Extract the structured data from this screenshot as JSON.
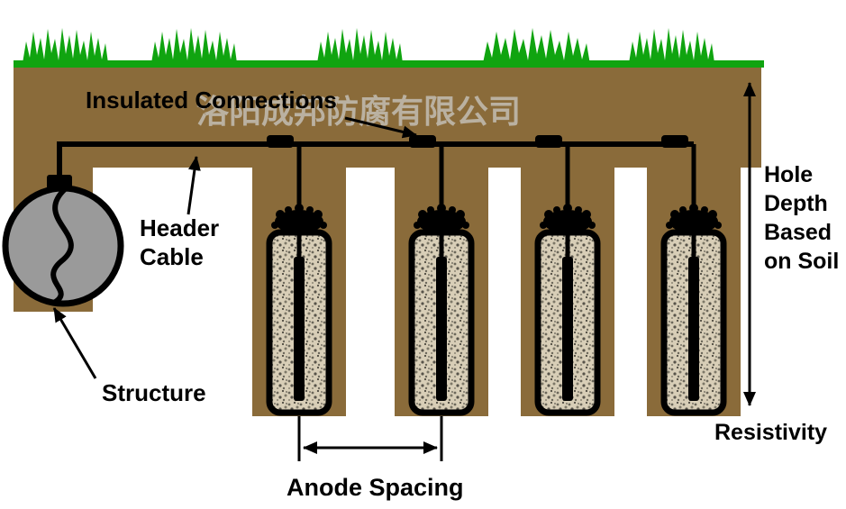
{
  "diagram": {
    "watermark": "洛阳成邦防腐有限公司",
    "labels": {
      "insulated_connections": "Insulated Connections",
      "header_cable_line1": "Header",
      "header_cable_line2": "Cable",
      "structure": "Structure",
      "anode_spacing": "Anode Spacing",
      "hole_depth_line1": "Hole",
      "hole_depth_line2": "Depth",
      "hole_depth_line3": "Based",
      "hole_depth_line4": "on Soil",
      "resistivity": "Resistivity"
    },
    "colors": {
      "background": "#ffffff",
      "soil": "#8a6b3a",
      "grass": "#10a410",
      "backfill": "#d8ceb7",
      "structure_fill": "#9a9a9a",
      "line": "#000000",
      "watermark": "#d2d2d2"
    }
  }
}
